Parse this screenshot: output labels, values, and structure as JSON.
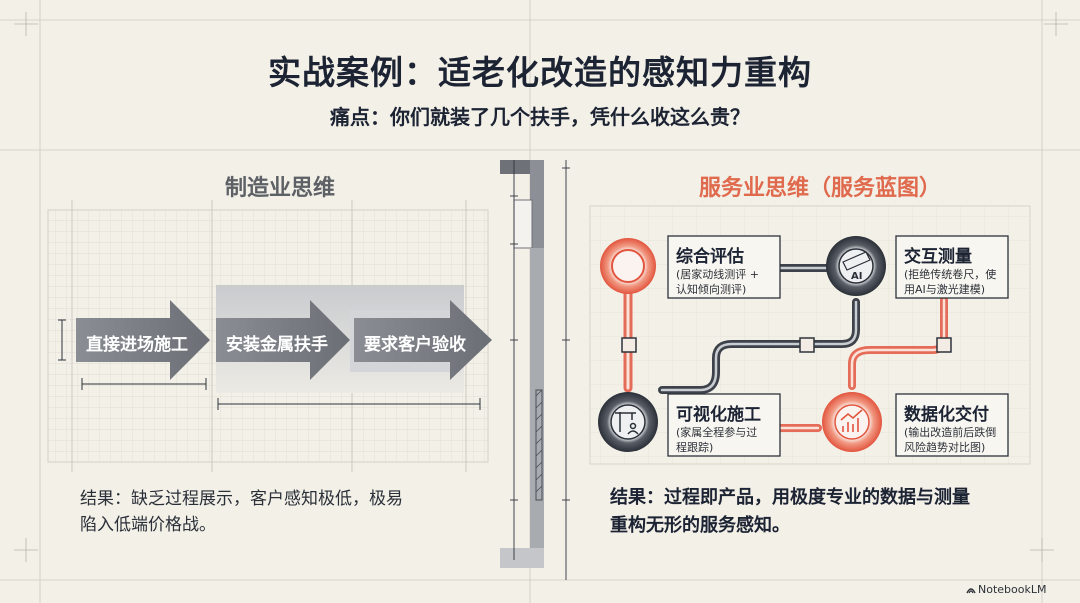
{
  "title": "实战案例：适老化改造的感知力重构",
  "subtitle": "痛点：你们就装了几个扶手，凭什么收这么贵？",
  "left_panel": {
    "title": "制造业思维",
    "steps": [
      "直接进场施工",
      "安装金属扶手",
      "要求客户验收"
    ],
    "result_lines": [
      "结果：缺乏过程展示，客户感知极低，极易",
      "陷入低端价格战。"
    ]
  },
  "right_panel": {
    "title": "服务业思维（服务蓝图）",
    "nodes": [
      {
        "title": "综合评估",
        "desc_lines": [
          "(居家动线测评 +",
          "认知倾向测评)"
        ],
        "icon": "empty-ring-icon",
        "color": "#e2553e"
      },
      {
        "title": "交互测量",
        "desc_lines": [
          "(拒绝传统卷尺，使",
          "用AI与激光建模)"
        ],
        "icon": "ai-ruler-icon",
        "icon_text": "AI",
        "color": "#2a2f38"
      },
      {
        "title": "可视化施工",
        "desc_lines": [
          "(家属全程参与过",
          "程跟踪)"
        ],
        "icon": "construction-crane-icon",
        "color": "#2a2f38"
      },
      {
        "title": "数据化交付",
        "desc_lines": [
          "(输出改造前后跌倒",
          "风险趋势对比图)"
        ],
        "icon": "trend-chart-icon",
        "color": "#e2553e"
      }
    ],
    "result_lines": [
      "结果：过程即产品，用极度专业的数据与测量",
      "重构无形的服务感知。"
    ]
  },
  "watermark": "NotebookLM",
  "colors": {
    "background": "#f3f0e8",
    "accent_red": "#e2553e",
    "dark": "#2a2f38",
    "arrow_gray": "#7f8389",
    "grid": "#d9d5cc"
  }
}
